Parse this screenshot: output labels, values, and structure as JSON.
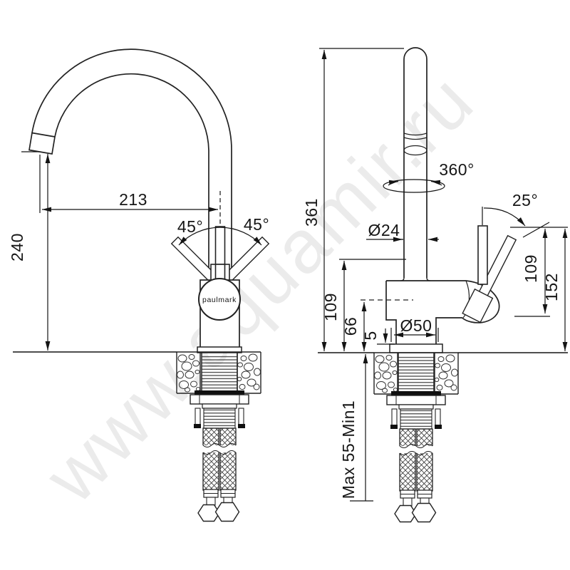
{
  "drawing": {
    "kind": "faucet installation dimensional drawing",
    "brand_logo": "paulmark",
    "watermark": "www.aquamir.ru",
    "colors": {
      "line": "#222222",
      "dimension": "#141414",
      "background": "#ffffff"
    },
    "front_view": {
      "spout_reach": "213",
      "spout_height": "240",
      "handle_swing_left": "45°",
      "handle_swing_right": "45°"
    },
    "side_view": {
      "total_height": "361",
      "swivel_angle": "360°",
      "spout_pipe_diameter": "Ø24",
      "handle_tilt_angle": "25°",
      "body_top_height": "109",
      "body_center_height": "66",
      "base_plate_thickness": "5",
      "base_diameter": "Ø50",
      "handle_height": "109",
      "handle_top_height": "152",
      "countertop_thickness": "Max 55-Min1"
    }
  }
}
